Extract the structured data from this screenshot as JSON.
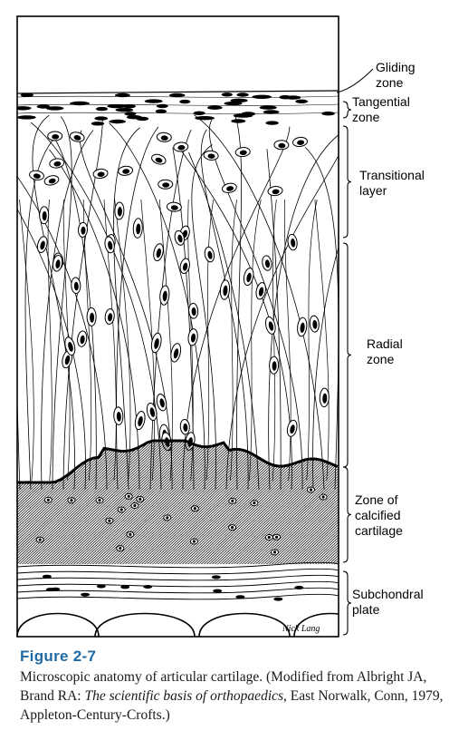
{
  "figure": {
    "signature": "Nick Lang",
    "zones": [
      {
        "id": "gliding",
        "label": "Gliding\nzone"
      },
      {
        "id": "tangential",
        "label": "Tangential\nzone"
      },
      {
        "id": "transitional",
        "label": "Transitional\nlayer"
      },
      {
        "id": "radial",
        "label": "Radial\nzone"
      },
      {
        "id": "calcified",
        "label": "Zone of\ncalcified\ncartilage"
      },
      {
        "id": "subchondral",
        "label": "Subchondral\nplate"
      }
    ]
  },
  "caption": {
    "title": "Figure 2-7",
    "text_before": "Microscopic anatomy of articular cartilage. (Modified from Albright JA, Brand RA: ",
    "text_italic": "The scientific basis of orthopaedics",
    "text_after": ", East Norwalk, Conn, 1979, Appleton-Century-Crofts.)"
  }
}
